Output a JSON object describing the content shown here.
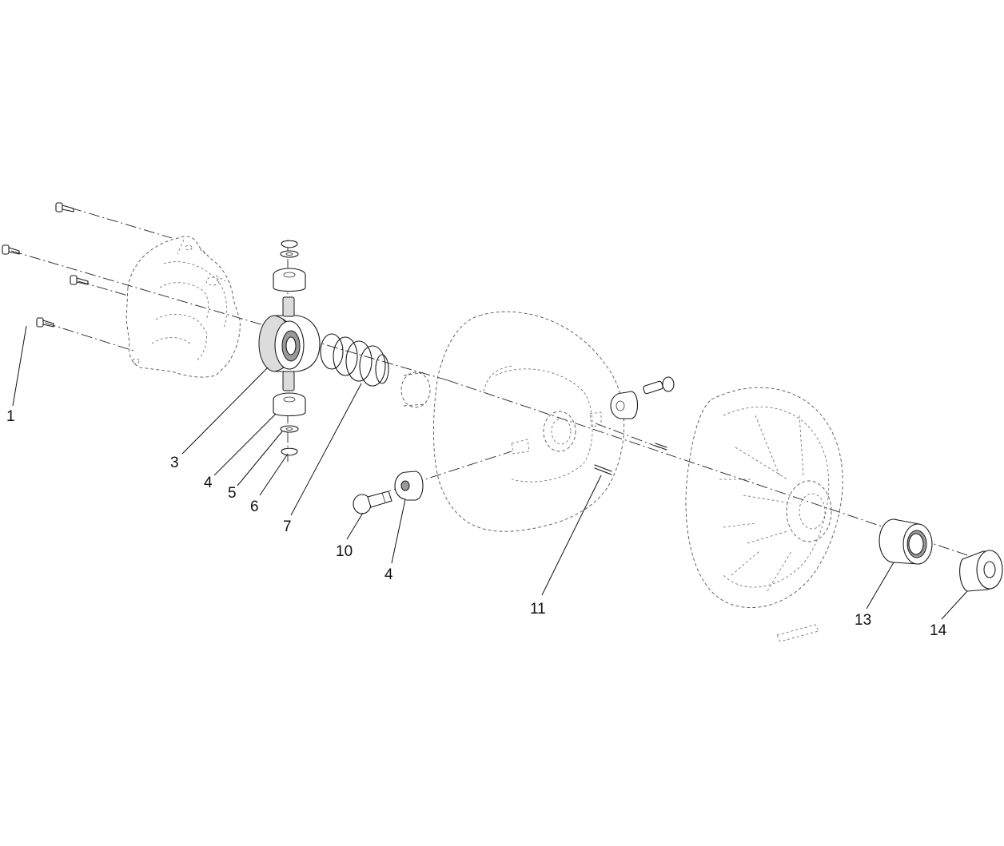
{
  "diagram": {
    "type": "exploded parts diagram",
    "callouts": [
      {
        "id": "c1",
        "label": "1"
      },
      {
        "id": "c3",
        "label": "3"
      },
      {
        "id": "c4a",
        "label": "4"
      },
      {
        "id": "c5",
        "label": "5"
      },
      {
        "id": "c6",
        "label": "6"
      },
      {
        "id": "c7",
        "label": "7"
      },
      {
        "id": "c10",
        "label": "10"
      },
      {
        "id": "c4b",
        "label": "4"
      },
      {
        "id": "c11",
        "label": "11"
      },
      {
        "id": "c13",
        "label": "13"
      },
      {
        "id": "c14",
        "label": "14"
      }
    ]
  }
}
